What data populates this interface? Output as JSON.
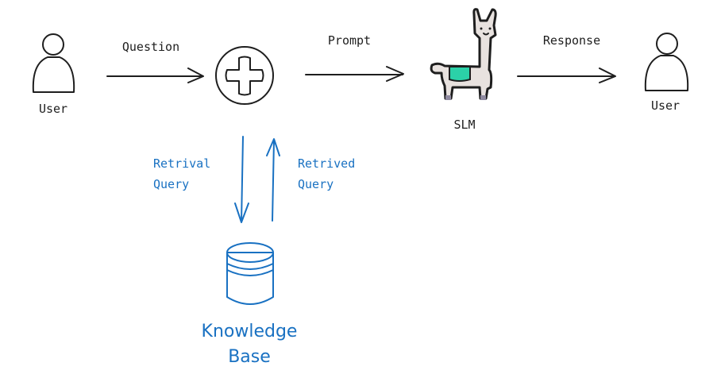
{
  "nodes": {
    "user_left": {
      "label": "User",
      "icon": "user-icon",
      "color": "#b2f2bb"
    },
    "router": {
      "icon": "plus-icon",
      "color": "#fff3bf"
    },
    "slm": {
      "label": "SLM",
      "icon": "llama-icon",
      "accent": "#2bd1a8"
    },
    "user_right": {
      "label": "User",
      "icon": "user-icon",
      "color": "#b2f2bb"
    },
    "knowledge_base": {
      "label_line1": "Knowledge",
      "label_line2": "Base",
      "icon": "database-icon",
      "color": "#a5d8ff"
    }
  },
  "edges": {
    "question": "Question",
    "prompt": "Prompt",
    "response": "Response",
    "retrival_query": {
      "line1": "Retrival",
      "line2": "Query"
    },
    "retrived_query": {
      "line1": "Retrived",
      "line2": "Query"
    }
  },
  "colors": {
    "stroke": "#1e1e1e",
    "blue": "#1971c2"
  }
}
